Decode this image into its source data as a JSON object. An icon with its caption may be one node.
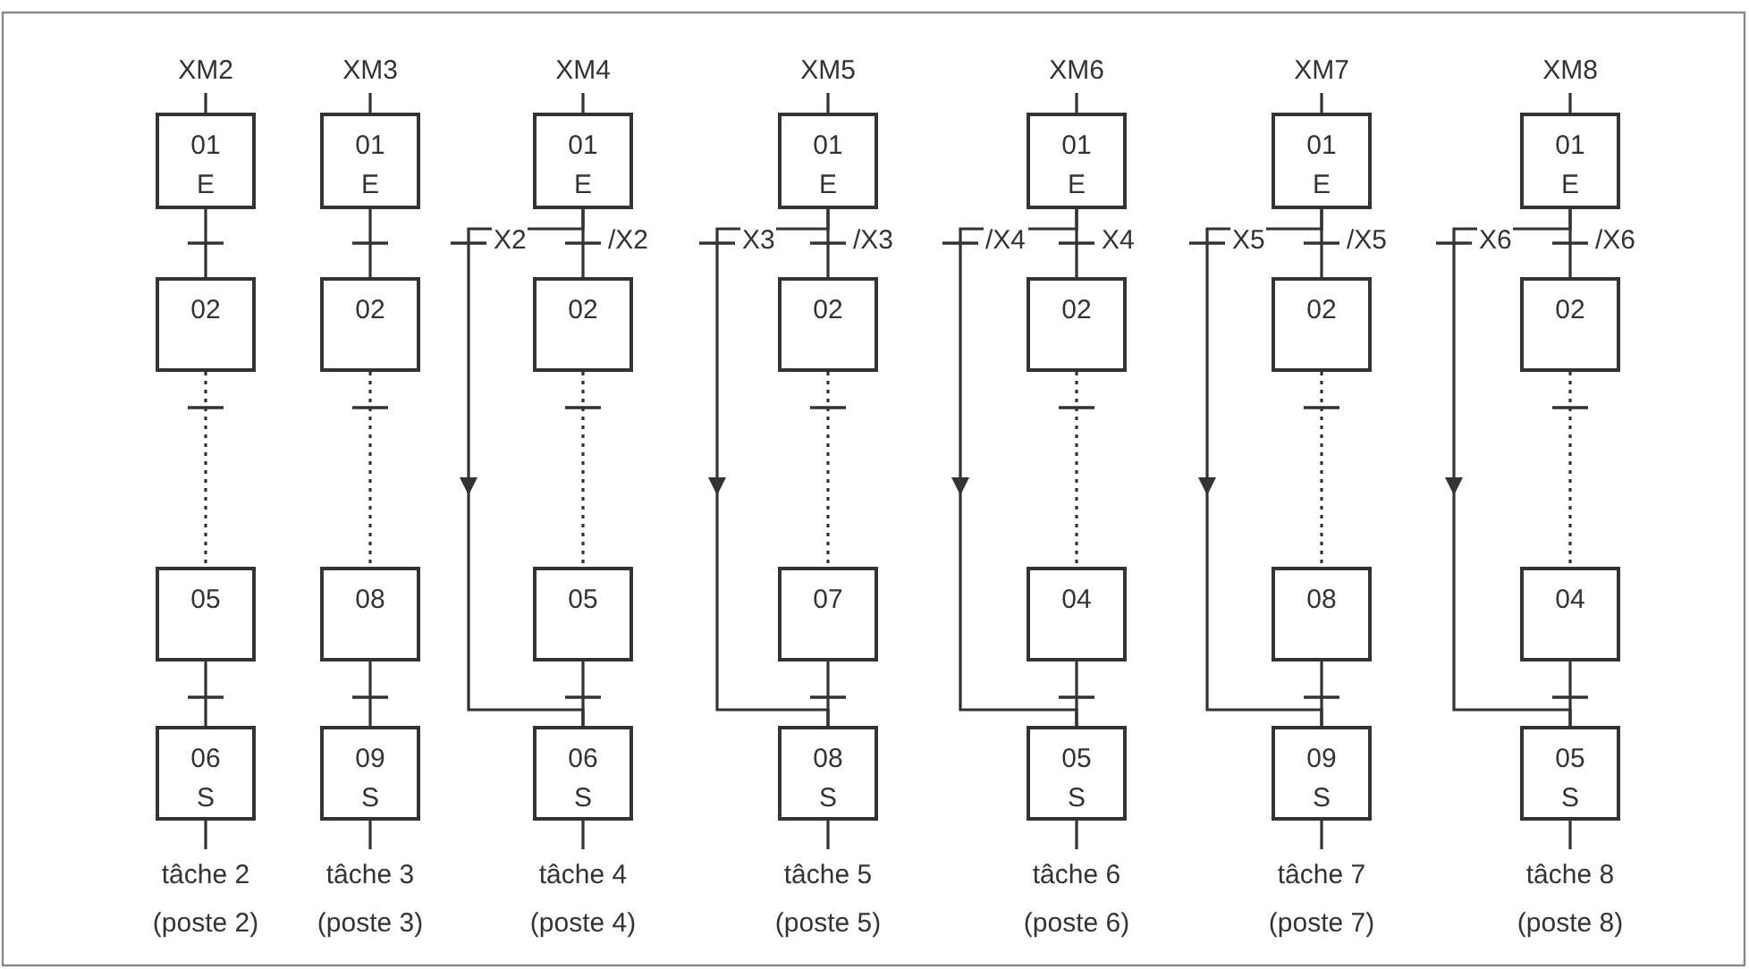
{
  "diagram": {
    "nodes": [
      {
        "text": [
          "01",
          "E"
        ],
        "beside": [
          "XM2"
        ]
      },
      {
        "text": [
          "02"
        ]
      },
      {
        "text": [
          "05"
        ]
      },
      {
        "text": [
          "06",
          "S"
        ],
        "beside": [
          "tâche 2",
          "(poste 2)"
        ]
      },
      {
        "text": [
          "01",
          "E"
        ],
        "beside": [
          "XM3"
        ]
      },
      {
        "text": [
          "02"
        ]
      },
      {
        "text": [
          "08"
        ]
      },
      {
        "text": [
          "09",
          "S"
        ],
        "beside": [
          "tâche 3",
          "(poste 3)"
        ]
      },
      {
        "text": [
          "01",
          "E"
        ],
        "beside": [
          "XM4"
        ]
      },
      {
        "text": [
          "02"
        ]
      },
      {
        "text": [
          "05"
        ]
      },
      {
        "text": [
          "06",
          "S"
        ],
        "beside": [
          "tâche 4",
          "(poste 4)"
        ]
      },
      {
        "text": [
          "01",
          "E"
        ],
        "beside": [
          "XM5"
        ]
      },
      {
        "text": [
          "02"
        ]
      },
      {
        "text": [
          "07"
        ]
      },
      {
        "text": [
          "08",
          "S"
        ],
        "beside": [
          "tâche 5",
          "(poste 5)"
        ]
      },
      {
        "text": [
          "01",
          "E"
        ],
        "beside": [
          "XM6"
        ]
      },
      {
        "text": [
          "02"
        ]
      },
      {
        "text": [
          "04"
        ]
      },
      {
        "text": [
          "05",
          "S"
        ],
        "beside": [
          "tâche 6",
          "(poste 6)"
        ]
      },
      {
        "text": [
          "01",
          "E"
        ],
        "beside": [
          "XM7"
        ]
      },
      {
        "text": [
          "02"
        ]
      },
      {
        "text": [
          "08"
        ]
      },
      {
        "text": [
          "09",
          "S"
        ],
        "beside": [
          "tâche 7",
          "(poste 7)"
        ]
      },
      {
        "text": [
          "01",
          "E"
        ],
        "beside": [
          "XM8"
        ]
      },
      {
        "text": [
          "02"
        ]
      },
      {
        "text": [
          "04"
        ]
      },
      {
        "text": [
          "05",
          "S"
        ],
        "beside": [
          "tâche 8",
          "(poste 8)"
        ]
      }
    ],
    "edges": [
      {
        "from": 0,
        "to": 1,
        "arrow": "none"
      },
      {
        "from": 1,
        "to": 2,
        "arrow": "none",
        "style": "dashed"
      },
      {
        "from": 2,
        "to": 3,
        "arrow": "none"
      },
      {
        "from": 4,
        "to": 5,
        "arrow": "none"
      },
      {
        "from": 5,
        "to": 6,
        "arrow": "none",
        "style": "dashed"
      },
      {
        "from": 6,
        "to": 7,
        "arrow": "none"
      },
      {
        "from": 8,
        "to": 9,
        "arrow": "none",
        "label": "/X2"
      },
      {
        "from": 9,
        "to": 10,
        "arrow": "none",
        "style": "dashed"
      },
      {
        "from": 10,
        "to": 11,
        "arrow": "none"
      },
      {
        "from": 8,
        "to": 11,
        "arrow": "to",
        "label": "X2"
      },
      {
        "from": 12,
        "to": 13,
        "arrow": "none",
        "label": "/X3"
      },
      {
        "from": 13,
        "to": 14,
        "arrow": "none",
        "style": "dashed"
      },
      {
        "from": 14,
        "to": 15,
        "arrow": "none"
      },
      {
        "from": 12,
        "to": 15,
        "arrow": "to",
        "label": "X3"
      },
      {
        "from": 16,
        "to": 17,
        "arrow": "none",
        "label": "X4"
      },
      {
        "from": 17,
        "to": 18,
        "arrow": "none",
        "style": "dashed"
      },
      {
        "from": 18,
        "to": 19,
        "arrow": "none"
      },
      {
        "from": 16,
        "to": 19,
        "arrow": "to",
        "label": "/X4"
      },
      {
        "from": 20,
        "to": 21,
        "arrow": "none",
        "label": "/X5"
      },
      {
        "from": 21,
        "to": 22,
        "arrow": "none",
        "style": "dashed"
      },
      {
        "from": 22,
        "to": 23,
        "arrow": "none"
      },
      {
        "from": 20,
        "to": 23,
        "arrow": "to",
        "label": "X5"
      },
      {
        "from": 24,
        "to": 25,
        "arrow": "none",
        "label": "/X6"
      },
      {
        "from": 25,
        "to": 26,
        "arrow": "none",
        "style": "dashed"
      },
      {
        "from": 26,
        "to": 27,
        "arrow": "none"
      },
      {
        "from": 24,
        "to": 27,
        "arrow": "to",
        "label": "X6"
      }
    ]
  }
}
